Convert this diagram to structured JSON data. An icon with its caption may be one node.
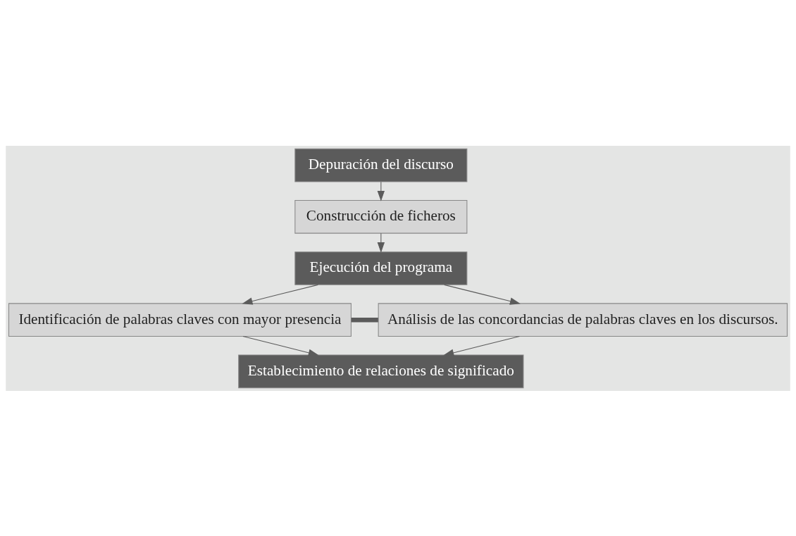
{
  "diagram": {
    "nodes": [
      {
        "text": [
          "Depuración del discurso"
        ]
      },
      {
        "text": [
          "Construcción de ficheros"
        ]
      },
      {
        "text": [
          "Ejecución del programa"
        ]
      },
      {
        "text": [
          "Identificación de palabras claves con mayor presencia"
        ]
      },
      {
        "text": [
          "Análisis de las concordancias de palabras claves en los discursos."
        ]
      },
      {
        "text": [
          "Establecimiento de relaciones de significado"
        ]
      }
    ],
    "edges": [
      {
        "from": 0,
        "to": 1,
        "arrow": "to"
      },
      {
        "from": 1,
        "to": 2,
        "arrow": "to"
      },
      {
        "from": 2,
        "to": 3,
        "arrow": "to"
      },
      {
        "from": 2,
        "to": 4,
        "arrow": "to"
      },
      {
        "from": 3,
        "to": 4,
        "arrow": "none",
        "style": "thick"
      },
      {
        "from": 3,
        "to": 5,
        "arrow": "to"
      },
      {
        "from": 4,
        "to": 5,
        "arrow": "to"
      }
    ]
  }
}
